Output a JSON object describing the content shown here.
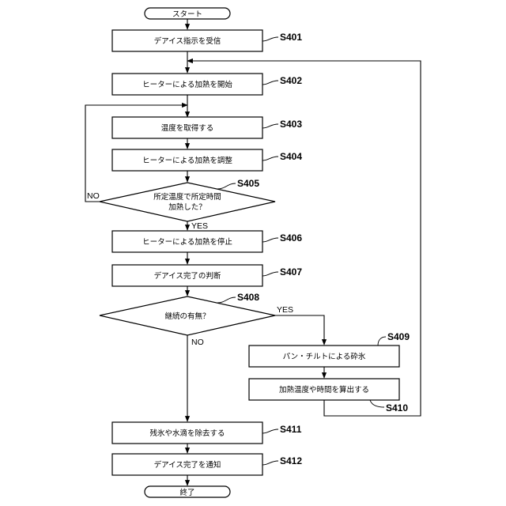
{
  "nodes": {
    "start": "スタート",
    "s401": "デアイス指示を受信",
    "s402": "ヒーターによる加熱を開始",
    "s403": "温度を取得する",
    "s404": "ヒーターによる加熱を調整",
    "s405_line1": "所定温度で所定時間",
    "s405_line2": "加熱した？",
    "s406": "ヒーターによる加熱を停止",
    "s407": "デアイス完了の判断",
    "s408": "継続の有無？",
    "s409": "パン・チルトによる砕氷",
    "s410": "加熱温度や時間を算出する",
    "s411": "残氷や水滴を除去する",
    "s412": "デアイス完了を通知",
    "end": "終了"
  },
  "step_labels": {
    "s401": "S401",
    "s402": "S402",
    "s403": "S403",
    "s404": "S404",
    "s405": "S405",
    "s406": "S406",
    "s407": "S407",
    "s408": "S408",
    "s409": "S409",
    "s410": "S410",
    "s411": "S411",
    "s412": "S412"
  },
  "branches": {
    "s405_no": "NO",
    "s405_yes": "YES",
    "s408_yes": "YES",
    "s408_no": "NO"
  }
}
